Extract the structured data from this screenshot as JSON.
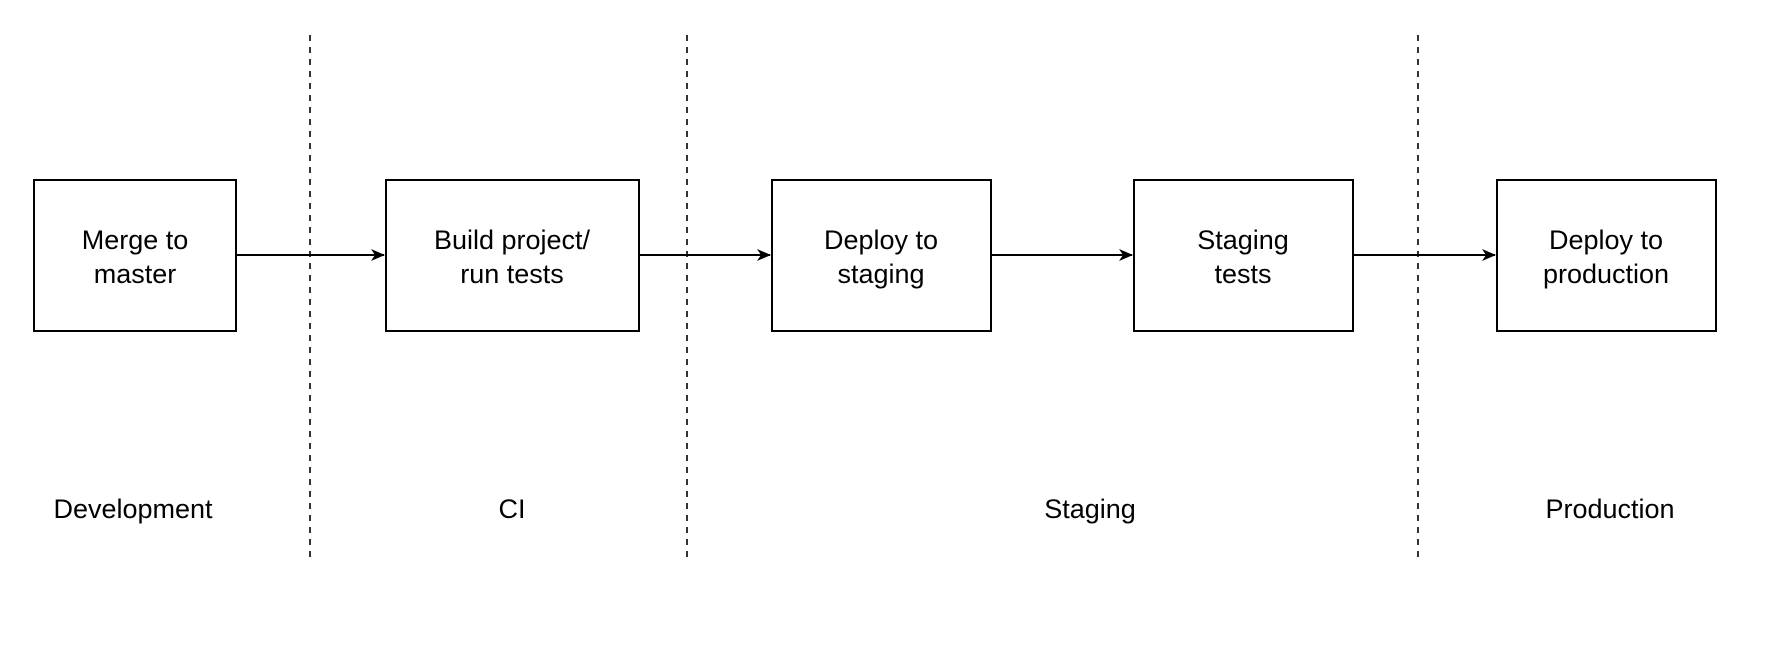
{
  "pipeline": {
    "steps": [
      {
        "line1": "Merge to",
        "line2": "master"
      },
      {
        "line1": "Build project/",
        "line2": "run tests"
      },
      {
        "line1": "Deploy to",
        "line2": "staging"
      },
      {
        "line1": "Staging",
        "line2": "tests"
      },
      {
        "line1": "Deploy to",
        "line2": "production"
      }
    ],
    "stages": [
      {
        "label": "Development"
      },
      {
        "label": "CI"
      },
      {
        "label": "Staging"
      },
      {
        "label": "Production"
      }
    ]
  },
  "colors": {
    "line": "#000000",
    "background": "#ffffff"
  }
}
